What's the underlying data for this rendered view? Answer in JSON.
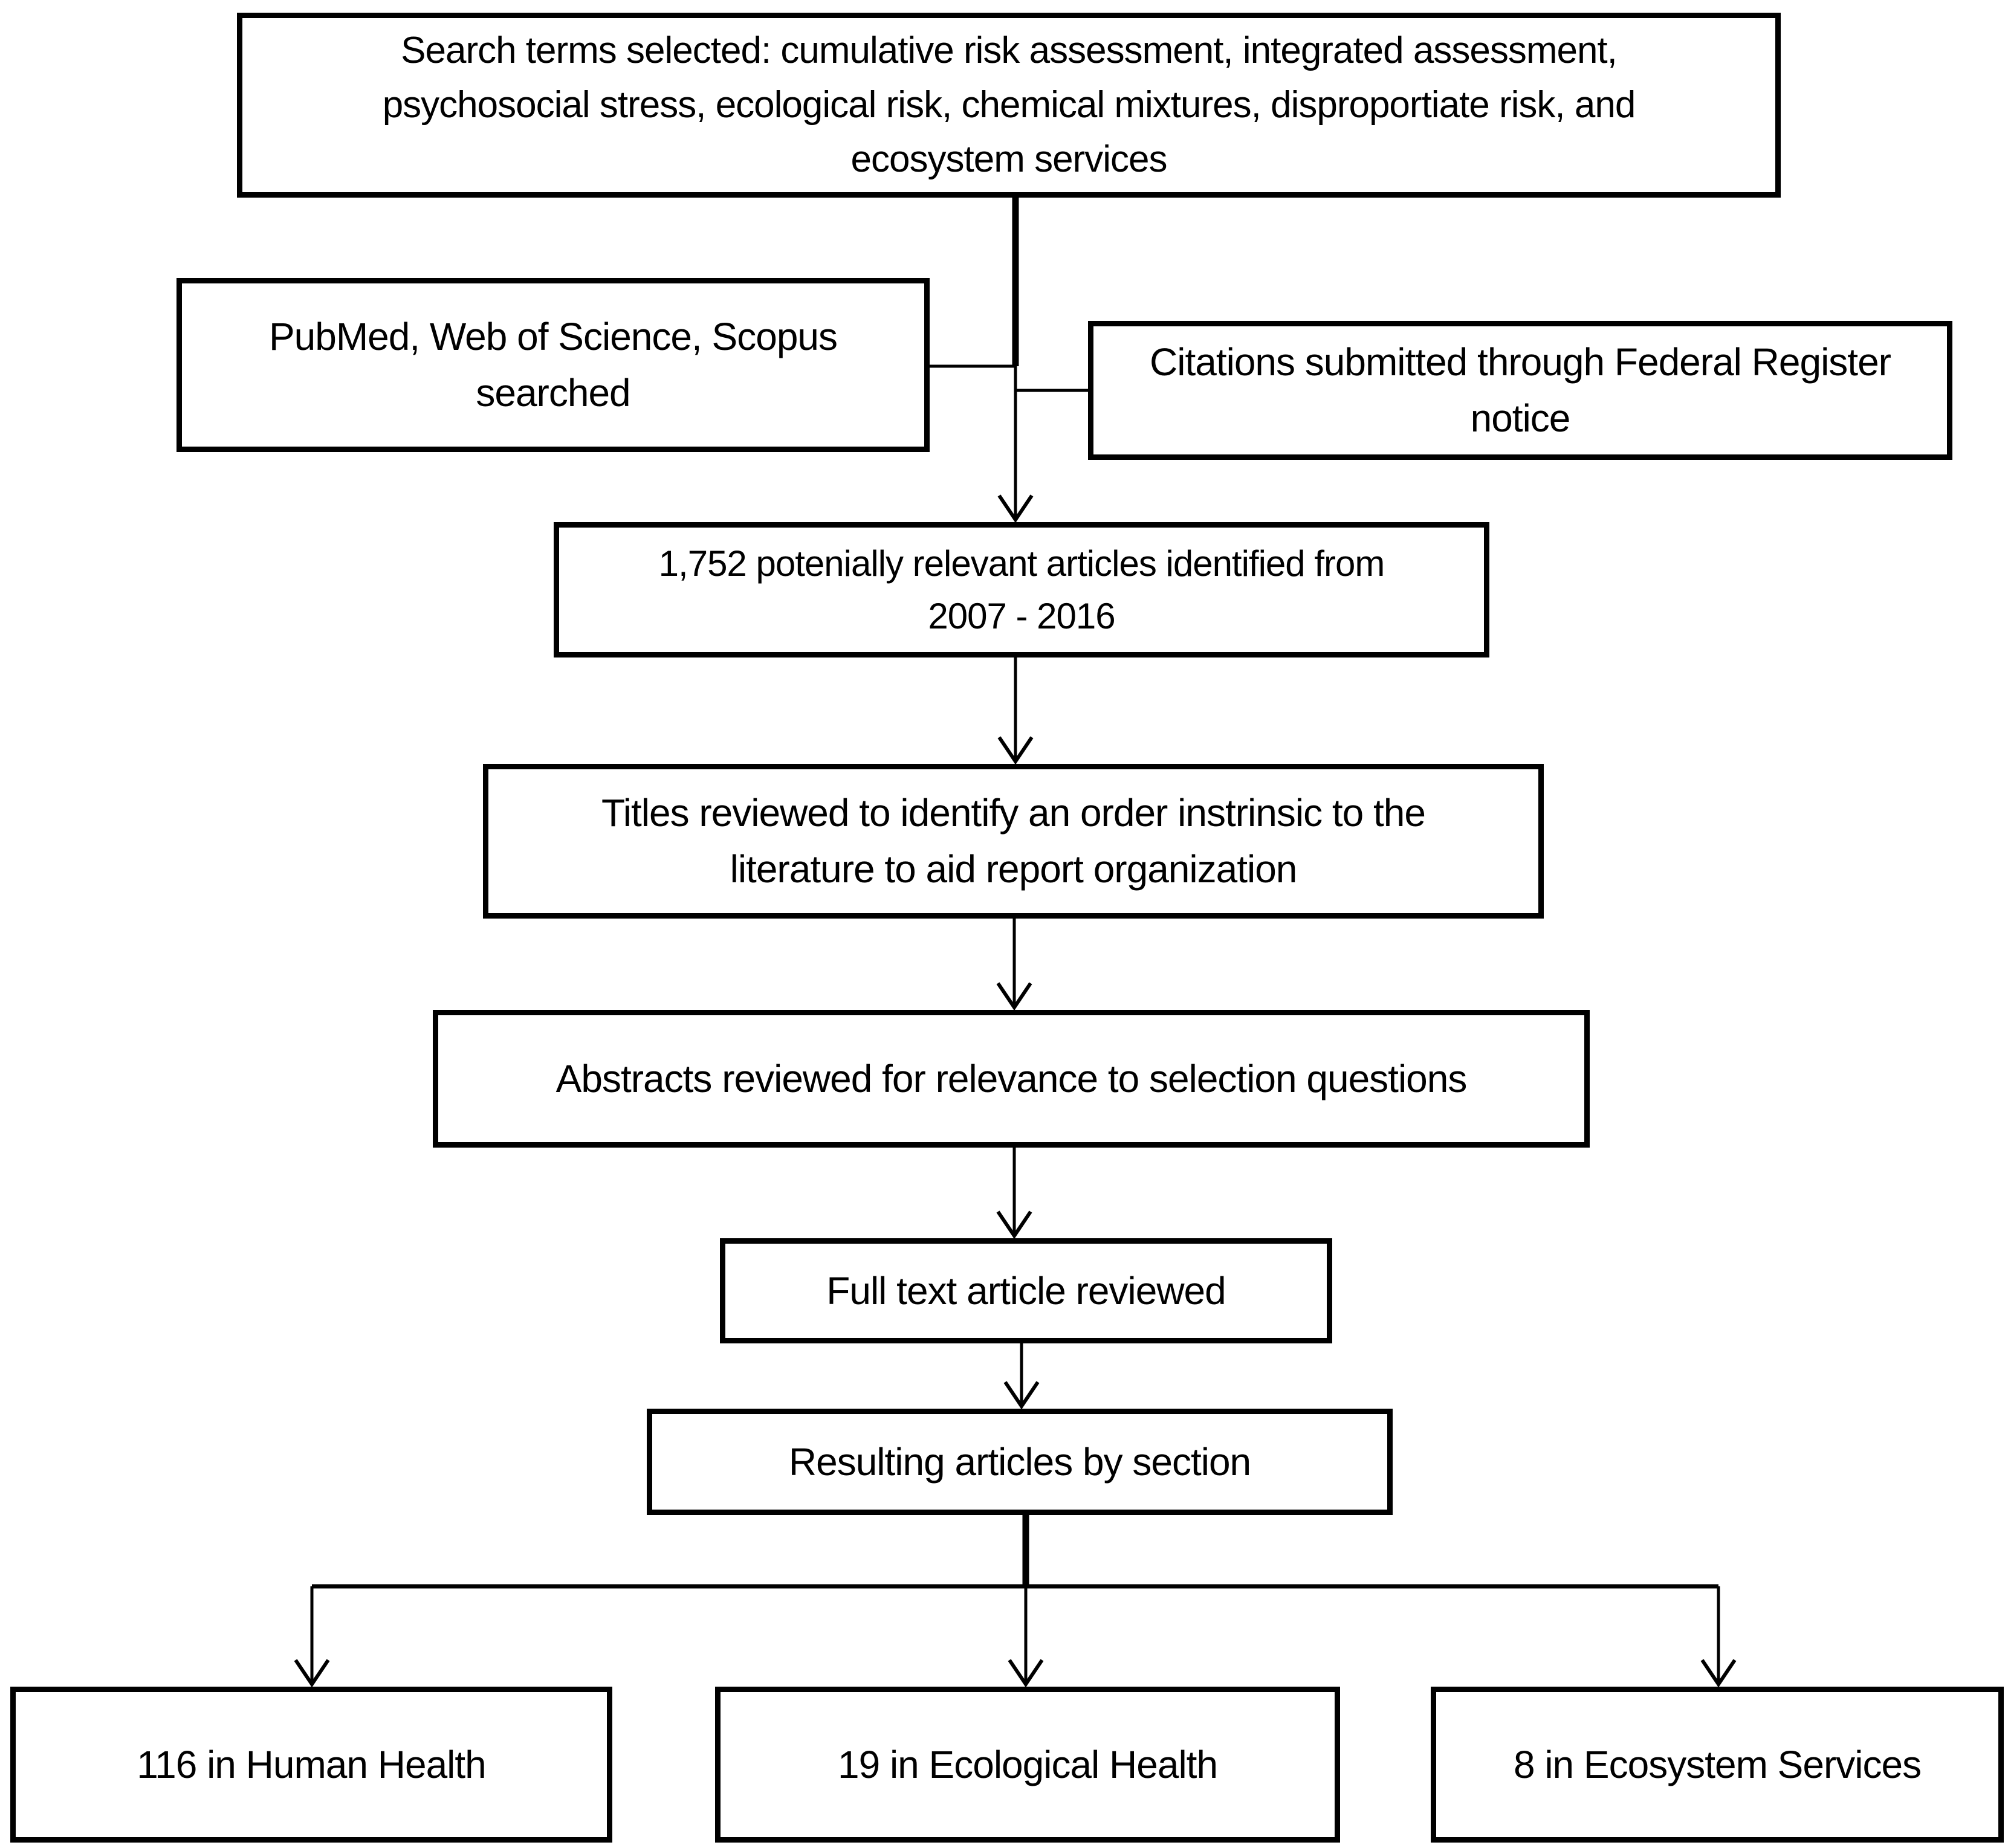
{
  "diagram": {
    "type": "flowchart",
    "background": "#ffffff",
    "ink": "#000000",
    "nodes": {
      "search_terms": {
        "label": "Search terms selected: cumulative risk assessment, integrated assessment,\npsychosocial stress, ecological risk, chemical mixtures, disproportiate risk, and\necosystem services"
      },
      "databases_searched": {
        "label": "PubMed, Web of Science, Scopus\nsearched"
      },
      "federal_register": {
        "label": "Citations submitted through Federal Register\nnotice"
      },
      "identified_articles": {
        "label": "1,752 potenially relevant articles identified from\n2007 - 2016"
      },
      "titles_reviewed": {
        "label": "Titles reviewed to identify an order instrinsic to the\nliterature to aid report organization"
      },
      "abstracts_reviewed": {
        "label": "Abstracts reviewed for relevance to selection questions"
      },
      "full_text_reviewed": {
        "label": "Full text article reviewed"
      },
      "resulting_articles": {
        "label": "Resulting articles by section"
      },
      "human_health": {
        "label": "116 in Human Health"
      },
      "ecological_health": {
        "label": "19 in Ecological Health"
      },
      "ecosystem_services": {
        "label": "8 in Ecosystem Services"
      }
    },
    "edges": [
      {
        "from": "search_terms",
        "to": "identified_articles"
      },
      {
        "from": "databases_searched",
        "to": "identified_articles"
      },
      {
        "from": "federal_register",
        "to": "identified_articles"
      },
      {
        "from": "identified_articles",
        "to": "titles_reviewed"
      },
      {
        "from": "titles_reviewed",
        "to": "abstracts_reviewed"
      },
      {
        "from": "abstracts_reviewed",
        "to": "full_text_reviewed"
      },
      {
        "from": "full_text_reviewed",
        "to": "resulting_articles"
      },
      {
        "from": "resulting_articles",
        "to": "human_health"
      },
      {
        "from": "resulting_articles",
        "to": "ecological_health"
      },
      {
        "from": "resulting_articles",
        "to": "ecosystem_services"
      }
    ]
  }
}
